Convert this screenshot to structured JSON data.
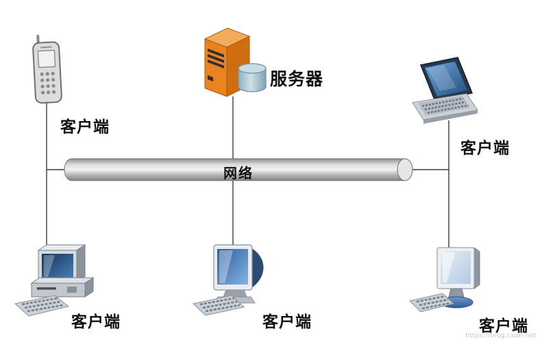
{
  "labels": {
    "server": "服务器",
    "network": "网络",
    "client_phone": "客户端",
    "client_laptop": "客户端",
    "client_desktop": "客户端",
    "client_monitor": "客户端",
    "client_flatpanel": "客户端"
  },
  "watermark": "https://blog.csdn.net",
  "colors": {
    "server_orange": "#e07c1c",
    "pipe_gray": "#c8c8c8",
    "screen_blue": "#3f6fae",
    "connector_line": "#3a3a3a",
    "label_text": "#111111"
  }
}
